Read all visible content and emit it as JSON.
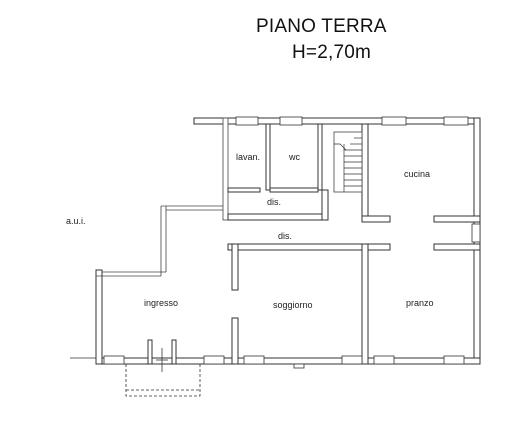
{
  "plan": {
    "title": "PIANO TERRA",
    "height_label": "H=2,70m"
  },
  "rooms": {
    "lavanderia": "lavan.",
    "wc": "wc",
    "disimpegno_upper": "dis.",
    "disimpegno_lower": "dis.",
    "cucina": "cucina",
    "aui": "a.u.i.",
    "ingresso": "ingresso",
    "soggiorno": "soggiorno",
    "pranzo": "pranzo"
  }
}
